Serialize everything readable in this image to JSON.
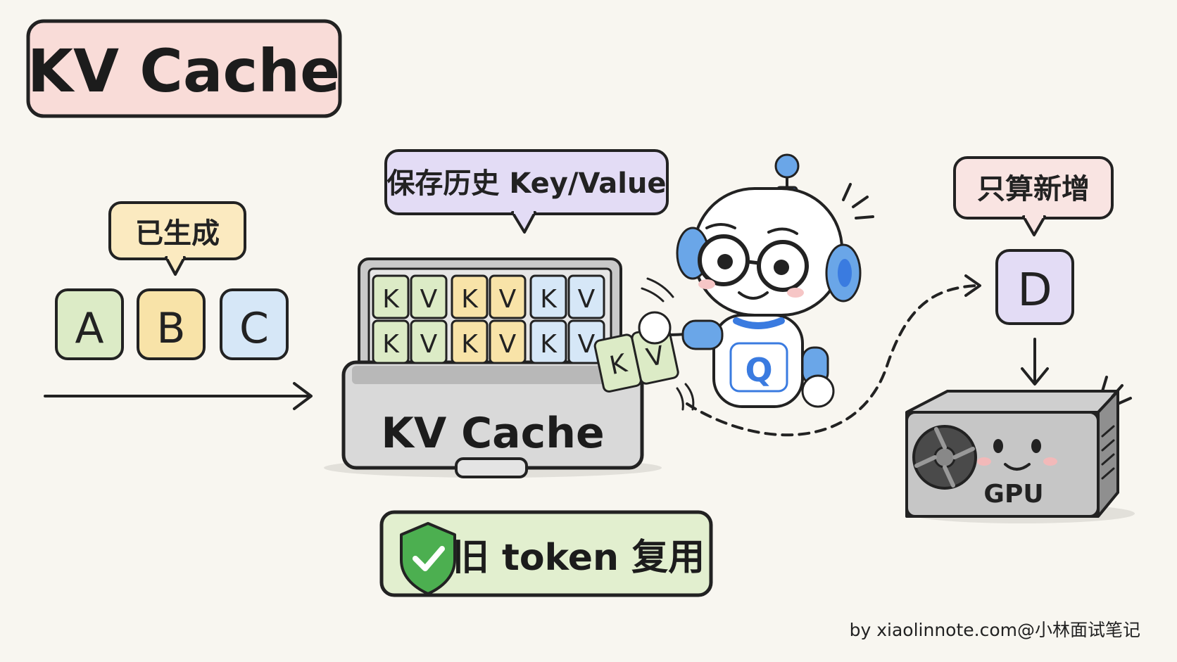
{
  "title": "KV Cache",
  "tokens": {
    "bubble_label": "已生成",
    "items": [
      "A",
      "B",
      "C"
    ]
  },
  "cache_box": {
    "bubble_label": "保存历史 Key/Value",
    "label": "KV Cache",
    "key_letter": "K",
    "value_letter": "V"
  },
  "robot": {
    "chest_letter": "Q"
  },
  "new_token": {
    "bubble_label": "只算新增",
    "letter": "D"
  },
  "gpu": {
    "label": "GPU"
  },
  "reuse_badge": {
    "label": "旧 token 复用"
  },
  "footer": {
    "credit": "by xiaolinnote.com@小林面试笔记"
  },
  "colors": {
    "background": "#f8f6f0",
    "title_fill": "#f9dcd8",
    "green_token": "#dcebc6",
    "yellow_token": "#f8e3a8",
    "blue_token": "#d6e7f7",
    "purple_token": "#e3dcf5",
    "badge_fill": "#e2efcf",
    "shield_green": "#4caf50",
    "robot_blue": "#3a7be0"
  }
}
